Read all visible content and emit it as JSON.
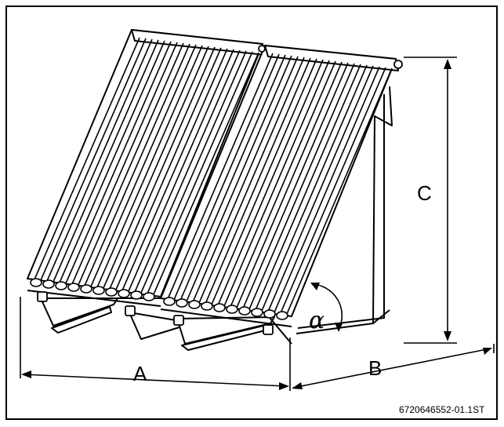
{
  "diagram": {
    "labels": {
      "width": "A",
      "depth": "B",
      "height": "C",
      "angle": "α"
    },
    "reference": "6720646552-01.1ST"
  }
}
